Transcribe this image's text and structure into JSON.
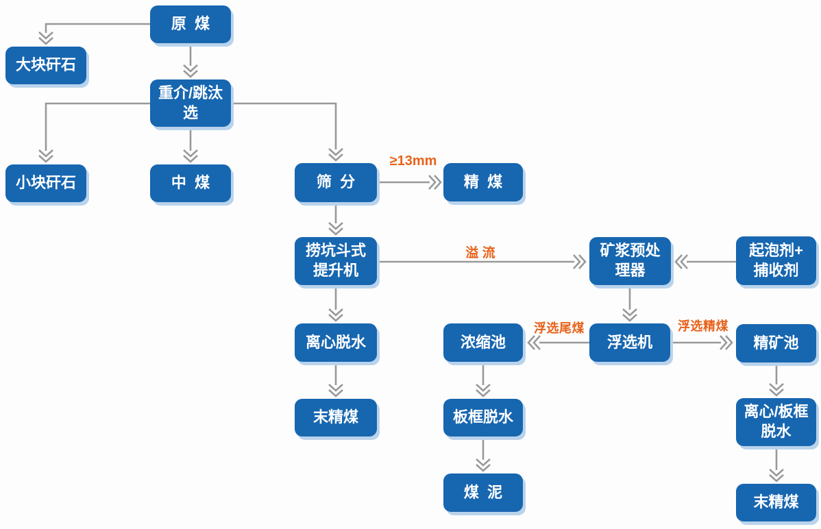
{
  "diagram": {
    "type": "flowchart",
    "background": "#fdfdfd",
    "colors": {
      "node_fill": "#1766b0",
      "node_text": "#ffffff",
      "node_shadow": "#b9d3ec",
      "arrow_gray": "#98999b",
      "edge_label_orange": "#e8621a"
    },
    "nodes": {
      "raw_coal": {
        "label": "原  煤"
      },
      "large_gangue": {
        "label": "大块矸石"
      },
      "heavy_medium_jig": {
        "label": "重介/跳汰\n选"
      },
      "small_gangue": {
        "label": "小块矸石"
      },
      "middling_coal": {
        "label": "中  煤"
      },
      "screening": {
        "label": "筛  分"
      },
      "clean_coal": {
        "label": "精  煤"
      },
      "bucket_elevator": {
        "label": "捞坑斗式\n提升机"
      },
      "slurry_preprocessor": {
        "label": "矿浆预处\n理器"
      },
      "frother_collector": {
        "label": "起泡剂+\n捕收剂"
      },
      "centrifugal_dewatering": {
        "label": "离心脱水"
      },
      "thickener": {
        "label": "浓缩池"
      },
      "flotation_machine": {
        "label": "浮选机"
      },
      "concentrate_pool": {
        "label": "精矿池"
      },
      "fine_clean_coal_left": {
        "label": "末精煤"
      },
      "plate_frame_dewatering": {
        "label": "板框脱水"
      },
      "centrifuge_plate_frame_dewatering": {
        "label": "离心/板框\n脱水"
      },
      "coal_slime": {
        "label": "煤  泥"
      },
      "fine_clean_coal_right": {
        "label": "末精煤"
      }
    },
    "edges": [
      {
        "from": "raw_coal",
        "to": "large_gangue"
      },
      {
        "from": "raw_coal",
        "to": "heavy_medium_jig"
      },
      {
        "from": "heavy_medium_jig",
        "to": "small_gangue"
      },
      {
        "from": "heavy_medium_jig",
        "to": "middling_coal"
      },
      {
        "from": "heavy_medium_jig",
        "to": "screening"
      },
      {
        "from": "screening",
        "to": "clean_coal",
        "label": "≥13mm"
      },
      {
        "from": "screening",
        "to": "bucket_elevator"
      },
      {
        "from": "bucket_elevator",
        "to": "slurry_preprocessor",
        "label": "溢 流"
      },
      {
        "from": "bucket_elevator",
        "to": "centrifugal_dewatering"
      },
      {
        "from": "centrifugal_dewatering",
        "to": "fine_clean_coal_left"
      },
      {
        "from": "frother_collector",
        "to": "slurry_preprocessor"
      },
      {
        "from": "slurry_preprocessor",
        "to": "flotation_machine"
      },
      {
        "from": "flotation_machine",
        "to": "thickener",
        "label": "浮选尾煤"
      },
      {
        "from": "flotation_machine",
        "to": "concentrate_pool",
        "label": "浮选精煤"
      },
      {
        "from": "thickener",
        "to": "plate_frame_dewatering"
      },
      {
        "from": "plate_frame_dewatering",
        "to": "coal_slime"
      },
      {
        "from": "concentrate_pool",
        "to": "centrifuge_plate_frame_dewatering"
      },
      {
        "from": "centrifuge_plate_frame_dewatering",
        "to": "fine_clean_coal_right"
      }
    ]
  }
}
